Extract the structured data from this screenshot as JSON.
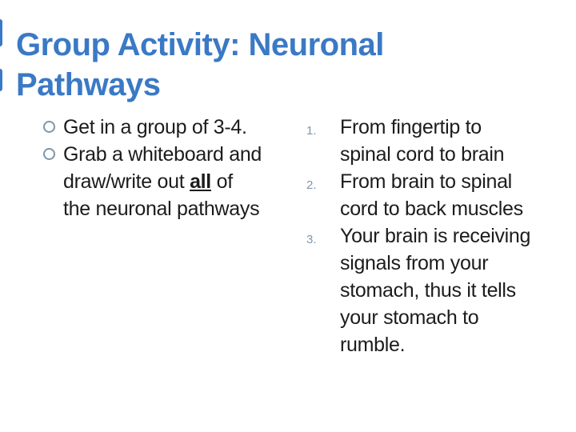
{
  "slide": {
    "title": "Group Activity: Neuronal\nPathways",
    "colors": {
      "title_blue": "#3A79C5",
      "body_text": "#1C1C1C",
      "marker_slate": "#7E96AB",
      "background": "#FFFFFF"
    },
    "left_list": {
      "item1": {
        "text": "Get in a group of 3-4."
      },
      "item2": {
        "line1": "Grab a whiteboard and",
        "line2_pre": "draw/write out ",
        "line2_emphasis": "all",
        "line2_post": " of",
        "line3": "the neuronal pathways"
      }
    },
    "right_list": {
      "items": [
        {
          "number": "1.",
          "text": "From fingertip to\nspinal cord to brain"
        },
        {
          "number": "2.",
          "text": "From brain to spinal\ncord to back muscles"
        },
        {
          "number": "3.",
          "text": "Your brain is receiving\nsignals from your\nstomach, thus it tells\nyour stomach to\nrumble."
        }
      ]
    }
  }
}
